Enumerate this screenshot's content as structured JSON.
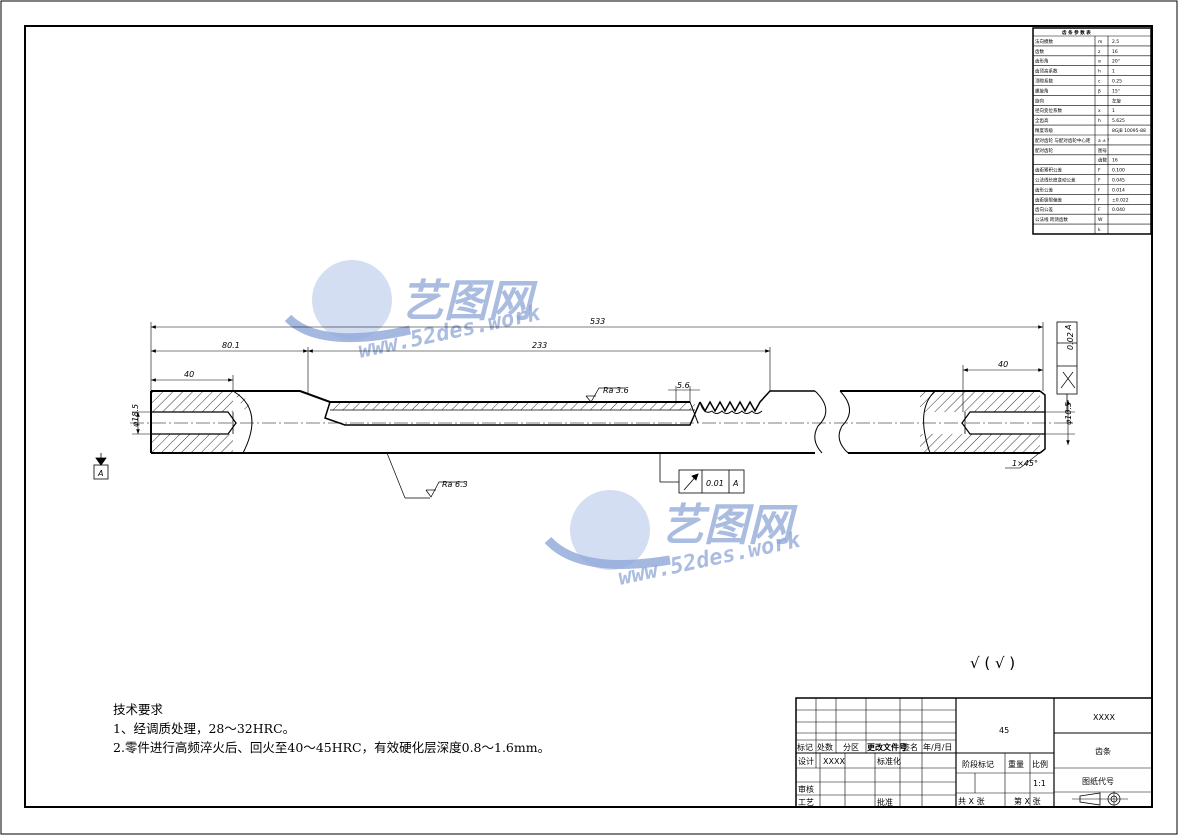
{
  "drawing": {
    "dimensions": {
      "overall_length": "533",
      "left_segment": "80.1",
      "middle_segment": "233",
      "left_hole_depth": "40",
      "right_hole_depth": "40",
      "left_diameter": "φ18.5",
      "right_diameter": "φ10.5",
      "thread_pitch": "5.6",
      "chamfer": "1×45°"
    },
    "roughness": {
      "rack_face": "Ra 3.6",
      "shaft": "Ra 6.3"
    },
    "datum": "A",
    "tolerances": {
      "runout_value": "0.01",
      "runout_datum": "A",
      "cylindricity_value": "0.02",
      "cylindricity_datum": "A"
    },
    "general_roughness": "√ ( √ )"
  },
  "param_table": {
    "title": "齿 条 参 数 表",
    "rows": [
      {
        "name": "法向模数",
        "sym": "m",
        "val": "2.5"
      },
      {
        "name": "齿数",
        "sym": "z",
        "val": "16"
      },
      {
        "name": "齿形角",
        "sym": "α",
        "val": "20°"
      },
      {
        "name": "齿顶高系数",
        "sym": "h",
        "val": "1"
      },
      {
        "name": "顶隙系数",
        "sym": "c",
        "val": "0.25"
      },
      {
        "name": "螺旋角",
        "sym": "β",
        "val": "15°"
      },
      {
        "name": "旋向",
        "sym": "",
        "val": "左旋"
      },
      {
        "name": "径向变位系数",
        "sym": "x",
        "val": "1"
      },
      {
        "name": "全齿高",
        "sym": "h",
        "val": "5.625"
      },
      {
        "name": "精度等级",
        "sym": "",
        "val": "8GJB 10095-88"
      },
      {
        "name": "配对齿轮 与配对齿轮中心距",
        "sym": "a ± f",
        "val": ""
      },
      {
        "name": "配对齿轮",
        "sym": "图号",
        "val": ""
      },
      {
        "name": "",
        "sym": "齿数",
        "val": "16"
      },
      {
        "name": "齿距累积公差",
        "sym": "F",
        "val": "0.100"
      },
      {
        "name": "公法线长度变动公差",
        "sym": "F",
        "val": "0.045"
      },
      {
        "name": "齿形公差",
        "sym": "f",
        "val": "0.014"
      },
      {
        "name": "齿距极限偏差",
        "sym": "f",
        "val": "±0.022"
      },
      {
        "name": "齿向公差",
        "sym": "F",
        "val": "0.040"
      },
      {
        "name": "公法线 跨测齿数",
        "sym": "W",
        "val": ""
      },
      {
        "name": "",
        "sym": "k",
        "val": ""
      }
    ]
  },
  "tech_requirements": {
    "title": "技术要求",
    "line1": "1、经调质处理，28～32HRC。",
    "line2": "2.零件进行高频淬火后、回火至40～45HRC，有效硬化层深度0.8～1.6mm。"
  },
  "title_block": {
    "material": "45",
    "company": "XXXX",
    "part_name": "齿条",
    "drawing_code": "图纸代号",
    "mark": "标记",
    "count": "处数",
    "zone": "分区",
    "change_doc": "更改文件号",
    "signature": "签名",
    "date": "年/月/日",
    "design": "设计",
    "designer": "XXXX",
    "standardize": "标准化",
    "review": "审核",
    "process": "工艺",
    "approve": "批准",
    "stage_mark": "阶段标记",
    "weight": "重量",
    "scale_label": "比例",
    "scale": "1:1",
    "total_sheets": "共 X 张",
    "sheet_no": "第 X 张"
  },
  "watermark": {
    "cn": "艺图网",
    "url": "www.52des.work"
  }
}
